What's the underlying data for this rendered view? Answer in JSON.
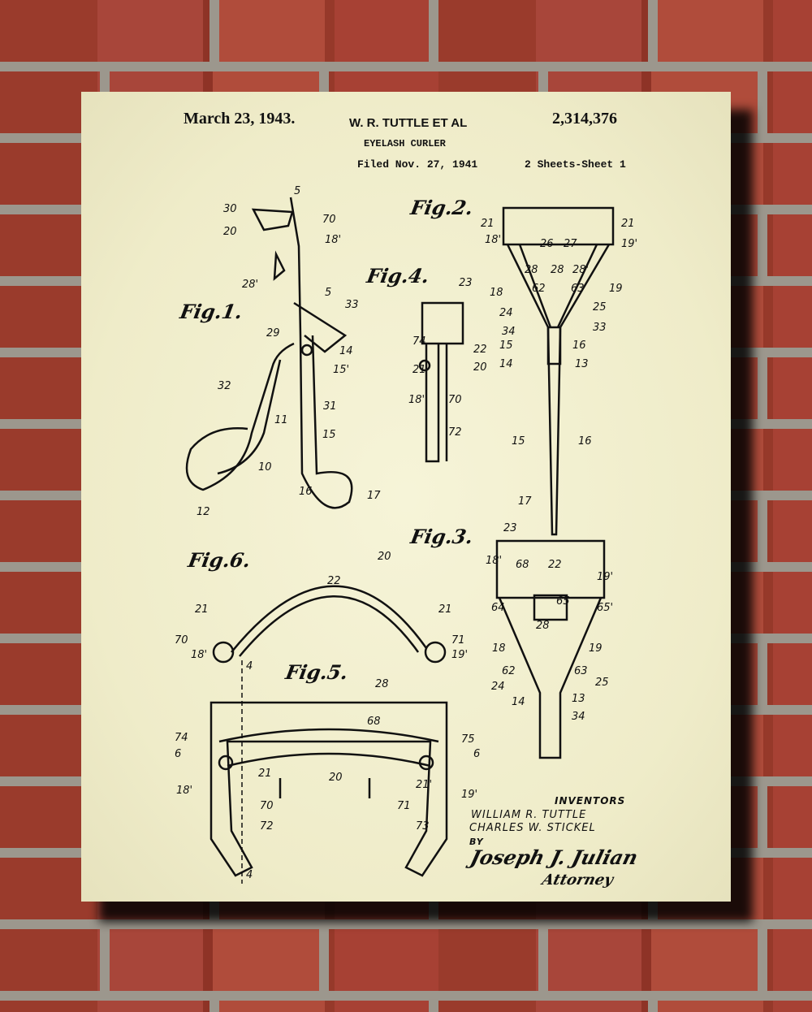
{
  "header": {
    "date": "March 23, 1943.",
    "inventor_line": "W. R. TUTTLE ET AL",
    "patent_number": "2,314,376",
    "title": "EYELASH CURLER",
    "filed": "Filed Nov. 27, 1941",
    "sheets": "2 Sheets-Sheet 1"
  },
  "figures": {
    "fig1": "Fig.1.",
    "fig2": "Fig.2.",
    "fig3": "Fig.3.",
    "fig4": "Fig.4.",
    "fig5": "Fig.5.",
    "fig6": "Fig.6."
  },
  "refs": [
    "30",
    "20",
    "5",
    "70",
    "18'",
    "28'",
    "5",
    "33",
    "29",
    "14",
    "15'",
    "32",
    "11",
    "31",
    "15",
    "10",
    "16",
    "17",
    "12",
    "21",
    "21",
    "18'",
    "26",
    "27",
    "19'",
    "28",
    "28",
    "28'",
    "18",
    "62",
    "63",
    "19",
    "24",
    "25",
    "34",
    "33",
    "15",
    "16",
    "14",
    "13",
    "15",
    "16",
    "17",
    "23",
    "74",
    "22",
    "21",
    "20",
    "18'",
    "70",
    "72",
    "23",
    "18'",
    "68",
    "22",
    "19'",
    "64",
    "65",
    "65'",
    "28",
    "18",
    "19",
    "62",
    "63",
    "24",
    "25",
    "14",
    "13",
    "34",
    "20",
    "22",
    "21",
    "21",
    "70",
    "71",
    "18'",
    "19'",
    "4",
    "28",
    "68",
    "74",
    "75",
    "6",
    "6",
    "21",
    "20",
    "21'",
    "18'",
    "19'",
    "70",
    "71",
    "72",
    "73",
    "4"
  ],
  "inventors": {
    "label": "INVENTORS",
    "name1": "WILLIAM R. TUTTLE",
    "name2": "CHARLES W. STICKEL",
    "by": "BY"
  },
  "signature": {
    "text": "Joseph J. Julian",
    "role": "Attorney"
  },
  "colors": {
    "paper": "#f1eecb",
    "ink": "#111111",
    "brick": "#a5443a",
    "mortar": "#9c978d"
  }
}
